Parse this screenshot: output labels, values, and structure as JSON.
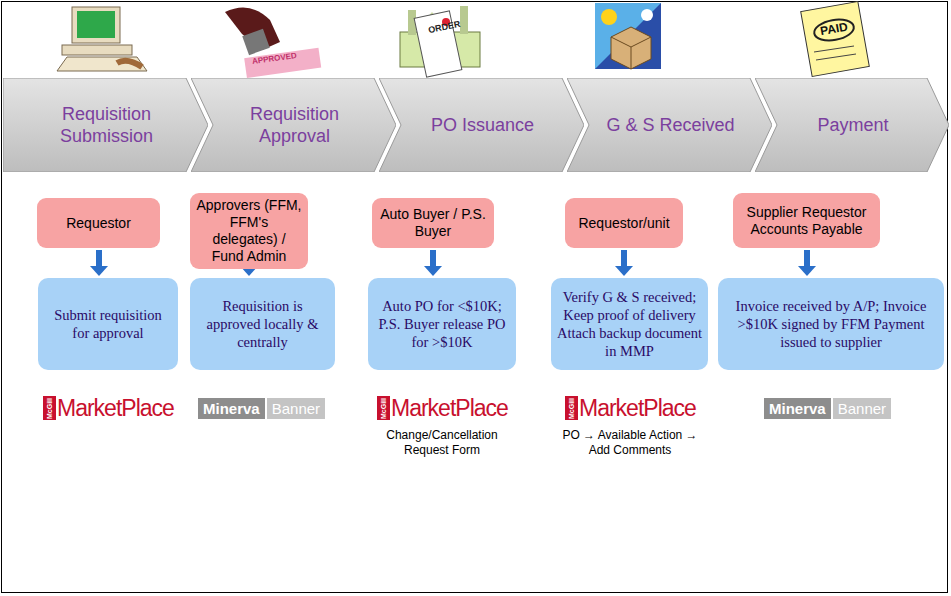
{
  "diagram": {
    "nodes": [
      {
        "text": [
          "Requisition Submission"
        ]
      },
      {
        "text": [
          "Requisition Approval"
        ]
      },
      {
        "text": [
          "PO Issuance"
        ]
      },
      {
        "text": [
          "G & S Received"
        ]
      },
      {
        "text": [
          "Payment"
        ]
      },
      {
        "text": [
          "Requestor"
        ]
      },
      {
        "text": [
          "Approvers (FFM, FFM's delegates) / Fund Admin"
        ]
      },
      {
        "text": [
          "Auto Buyer / P.S. Buyer"
        ]
      },
      {
        "text": [
          "Requestor/unit"
        ]
      },
      {
        "text": [
          "Supplier Requestor Accounts Payable"
        ]
      },
      {
        "text": [
          "Submit requisition for approval"
        ]
      },
      {
        "text": [
          "Requisition is approved locally & centrally"
        ]
      },
      {
        "text": [
          "Auto PO for <$10K; P.S. Buyer release PO for >$10K"
        ]
      },
      {
        "text": [
          "Verify G & S received; Keep proof of delivery Attach backup document in MMP"
        ]
      },
      {
        "text": [
          "Invoice received by A/P; Invoice >$10K signed by FFM Payment issued to supplier"
        ]
      }
    ],
    "edges": [
      {
        "from": 5,
        "to": 10,
        "arrow": "to"
      },
      {
        "from": 6,
        "to": 11,
        "arrow": "to"
      },
      {
        "from": 7,
        "to": 12,
        "arrow": "to"
      },
      {
        "from": 8,
        "to": 13,
        "arrow": "to"
      },
      {
        "from": 9,
        "to": 14,
        "arrow": "to"
      }
    ],
    "labels": [
      "APPROVED",
      "ORDER",
      "PAID",
      "McGill",
      "MarketPlace",
      "Minerva",
      "Banner",
      "McGill",
      "MarketPlace",
      "Change/Cancellation Request Form",
      "McGill",
      "MarketPlace",
      "PO → Available Action → Add Comments",
      "Minerva",
      "Banner"
    ]
  }
}
